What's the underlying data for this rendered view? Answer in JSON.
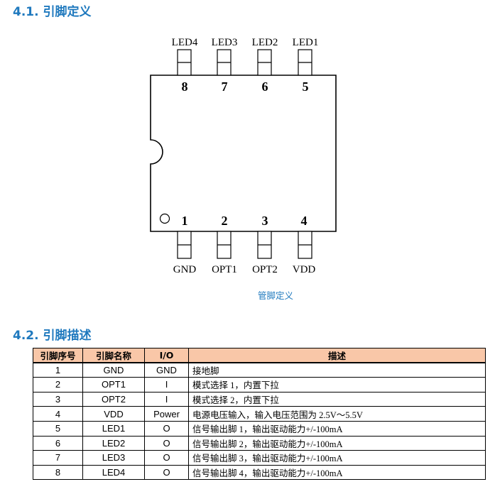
{
  "sections": {
    "pin_definition_title": "4.1. 引脚定义",
    "pin_description_title": "4.2. 引脚描述"
  },
  "diagram": {
    "top_pins": [
      {
        "label": "LED4",
        "number": "8"
      },
      {
        "label": "LED3",
        "number": "7"
      },
      {
        "label": "LED2",
        "number": "6"
      },
      {
        "label": "LED1",
        "number": "5"
      }
    ],
    "bottom_pins": [
      {
        "label": "GND",
        "number": "1"
      },
      {
        "label": "OPT1",
        "number": "2"
      },
      {
        "label": "OPT2",
        "number": "3"
      },
      {
        "label": "VDD",
        "number": "4"
      }
    ],
    "caption": "管脚定义"
  },
  "table": {
    "headers": [
      "引脚序号",
      "引脚名称",
      "I/O",
      "描述"
    ],
    "rows": [
      [
        "1",
        "GND",
        "GND",
        "接地脚"
      ],
      [
        "2",
        "OPT1",
        "I",
        "模式选择 1，内置下拉"
      ],
      [
        "3",
        "OPT2",
        "I",
        "模式选择 2，内置下拉"
      ],
      [
        "4",
        "VDD",
        "Power",
        "电源电压输入，输入电压范围为 2.5V～5.5V"
      ],
      [
        "5",
        "LED1",
        "O",
        "信号输出脚 1，输出驱动能力+/-100mA"
      ],
      [
        "6",
        "LED2",
        "O",
        "信号输出脚 2，输出驱动能力+/-100mA"
      ],
      [
        "7",
        "LED3",
        "O",
        "信号输出脚 3，输出驱动能力+/-100mA"
      ],
      [
        "8",
        "LED4",
        "O",
        "信号输出脚 4，输出驱动能力+/-100mA"
      ]
    ]
  },
  "colors": {
    "heading": "#1f79be",
    "table_header_bg": "#f9c7a8"
  }
}
